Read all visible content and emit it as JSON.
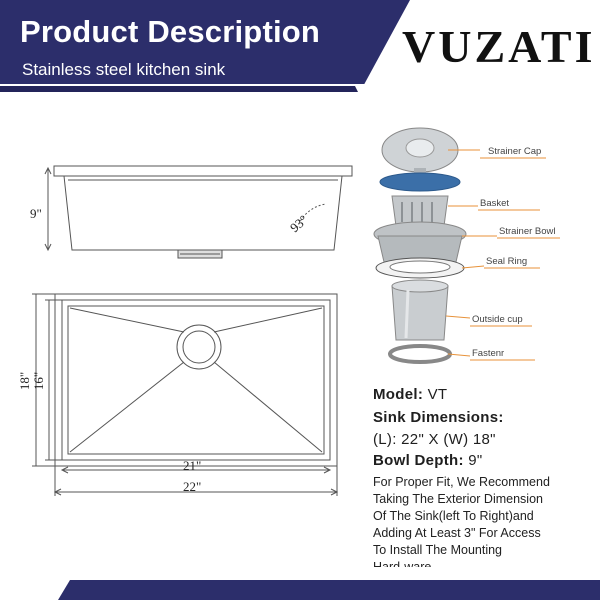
{
  "header": {
    "title": "Product Description",
    "subtitle": "Stainless steel kitchen sink",
    "brand": "VUZATI"
  },
  "colors": {
    "banner": "#2c2e6b",
    "banner_dark": "#23245a",
    "steel": "#bfc3c6"
  },
  "drawing": {
    "side_height": "9\"",
    "angle": "93°",
    "outer_height": "18\"",
    "inner_height": "16\"",
    "inner_width": "21\"",
    "outer_width": "22\""
  },
  "strainer_parts": [
    "Strainer Cap",
    "Basket",
    "Strainer Bowl",
    "Seal Ring",
    "Outside cup",
    "Fastenr"
  ],
  "specs": {
    "model_label": "Model:",
    "model_value": "VT",
    "dimensions_label": "Sink Dimensions:",
    "dimensions_value": "(L): 22\" X (W) 18\"",
    "depth_label": "Bowl Depth:",
    "depth_value": "9\""
  },
  "description_lines": [
    "For Proper Fit, We Recommend",
    "Taking The Exterior Dimension",
    "Of The Sink(left To Right)and",
    "Adding At Least 3\" For Access",
    "To Install The Mounting",
    "Hard-ware"
  ]
}
